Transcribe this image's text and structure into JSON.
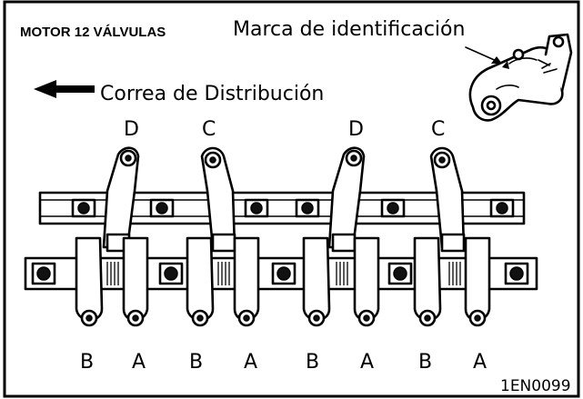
{
  "header": {
    "engine_title": "MOTOR 12 VÁLVULAS",
    "mark_label": "Marca de identificación",
    "belt_label": "Correa de Distribución"
  },
  "top_labels": [
    "D",
    "C",
    "D",
    "C"
  ],
  "bottom_labels": [
    "B",
    "A",
    "B",
    "A",
    "B",
    "A",
    "B",
    "A"
  ],
  "figure_code": "1EN0099",
  "icons": {
    "direction": "left-arrow-icon",
    "inset": "rocker-arm-detail-icon"
  }
}
